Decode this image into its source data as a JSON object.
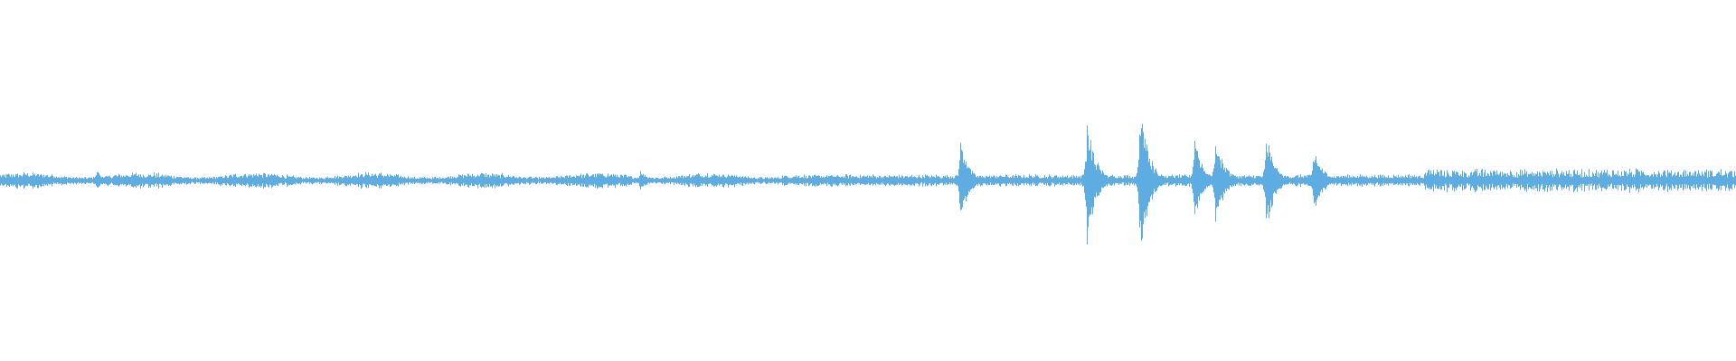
{
  "waveform": {
    "color": "#5DADE2",
    "background": "#ffffff",
    "duration_fraction_peaks": [
      {
        "position": 0.553,
        "amplitude": 0.12
      },
      {
        "position": 0.626,
        "amplitude": 0.2
      },
      {
        "position": 0.657,
        "amplitude": 0.24
      },
      {
        "position": 0.688,
        "amplitude": 0.12
      },
      {
        "position": 0.7,
        "amplitude": 0.15
      },
      {
        "position": 0.729,
        "amplitude": 0.16
      },
      {
        "position": 0.757,
        "amplitude": 0.11
      },
      {
        "position": 0.369,
        "amplitude": 0.03
      },
      {
        "position": 0.055,
        "amplitude": 0.03
      }
    ],
    "baseline_amplitude": 0.018,
    "loud_tail_start": 0.82,
    "loud_tail_amplitude": 0.035
  }
}
